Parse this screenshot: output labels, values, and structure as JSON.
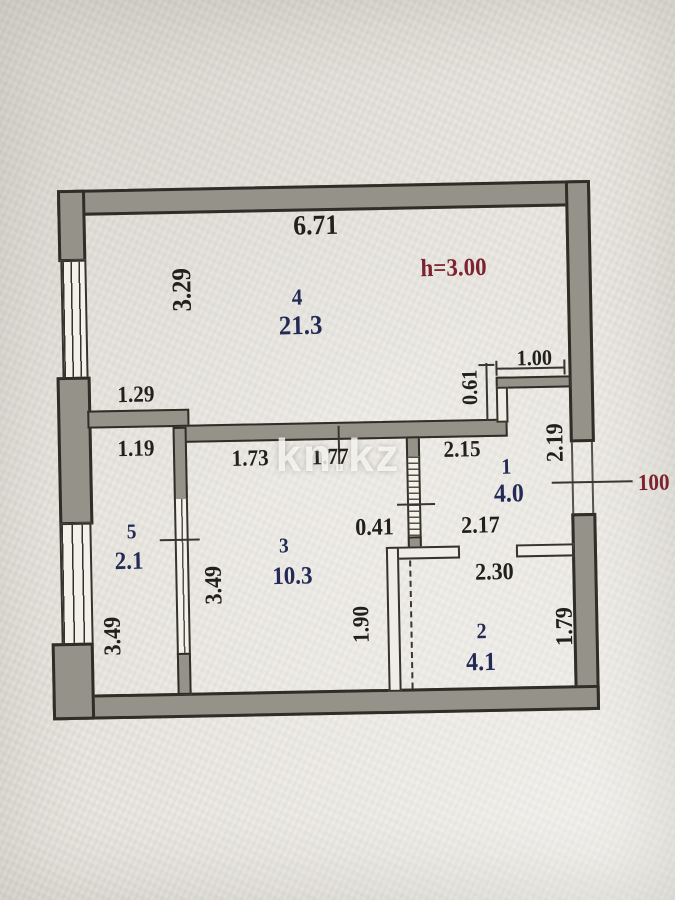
{
  "watermark": "kn.kz",
  "annotations": {
    "ceiling_height": "h=3.00",
    "entrance_width": "100"
  },
  "rooms": {
    "living": {
      "number": "4",
      "area": "21.3"
    },
    "hallway": {
      "number": "1",
      "area": "4.0"
    },
    "balcony": {
      "number": "5",
      "area": "2.1"
    },
    "kitchen": {
      "number": "3",
      "area": "10.3"
    },
    "bathroom": {
      "number": "2",
      "area": "4.1"
    }
  },
  "dimensions": {
    "top_width": "6.71",
    "living_depth": "3.29",
    "ledge_left": "1.29",
    "balcony_width": "1.19",
    "kitchen_w1": "1.73",
    "kitchen_w2": "1.77",
    "hall_width": "2.15",
    "niche_depth": "0.61",
    "niche_width": "1.00",
    "hall_depth": "2.19",
    "wall_stub": "0.41",
    "hall_w2": "2.17",
    "bath_width": "2.30",
    "balcony_depth": "3.49",
    "kitchen_depth": "3.49",
    "kitchen_d2": "1.90",
    "bath_depth": "1.79"
  }
}
